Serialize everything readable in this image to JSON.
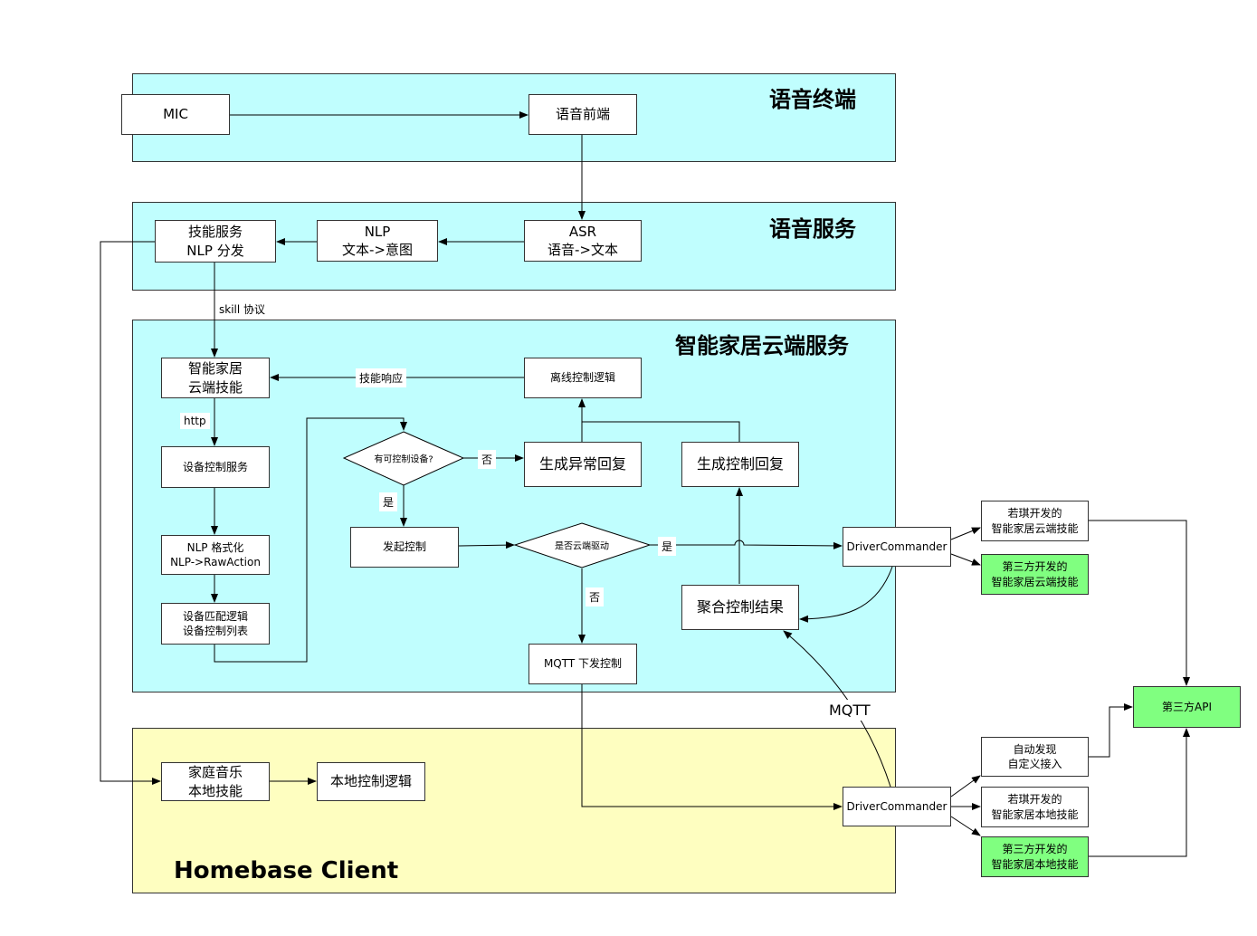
{
  "regions": {
    "voice_terminal": "语音终端",
    "voice_service": "语音服务",
    "cloud_service": "智能家居云端服务",
    "homebase_client": "Homebase Client"
  },
  "boxes": {
    "mic": "MIC",
    "voice_frontend": "语音前端",
    "asr": [
      "ASR",
      "语音->文本"
    ],
    "nlp": [
      "NLP",
      "文本->意图"
    ],
    "skill_service": [
      "技能服务",
      "NLP 分发"
    ],
    "cloud_skill": [
      "智能家居",
      "云端技能"
    ],
    "offline_logic": "离线控制逻辑",
    "device_service": "设备控制服务",
    "nlp_format": [
      "NLP 格式化",
      "NLP->RawAction"
    ],
    "device_match": [
      "设备匹配逻辑",
      "设备控制列表"
    ],
    "exception_reply": "生成异常回复",
    "control_reply": "生成控制回复",
    "start_control": "发起控制",
    "aggregate": "聚合控制结果",
    "mqtt_control": "MQTT 下发控制",
    "driver_cloud": "DriverCommander",
    "driver_local": "DriverCommander",
    "rq_cloud_skill": [
      "若琪开发的",
      "智能家居云端技能"
    ],
    "third_cloud_skill": [
      "第三方开发的",
      "智能家居云端技能"
    ],
    "third_api": "第三方API",
    "auto_discover": [
      "自动发现",
      "自定义接入"
    ],
    "rq_local_skill": [
      "若琪开发的",
      "智能家居本地技能"
    ],
    "third_local_skill": [
      "第三方开发的",
      "智能家居本地技能"
    ],
    "family_music": [
      "家庭音乐",
      "本地技能"
    ],
    "local_logic": "本地控制逻辑"
  },
  "diamonds": {
    "has_device": "有可控制设备?",
    "cloud_driver": "是否云端驱动"
  },
  "labels": {
    "skill_protocol": "skill 协议",
    "skill_response": "技能响应",
    "http": "http",
    "no_1": "否",
    "yes_1": "是",
    "yes_2": "是",
    "no_2": "否",
    "mqtt": "MQTT"
  },
  "colors": {
    "cyan_region": "#c0fefe",
    "yellow_region": "#fefec0",
    "green_box": "#80ff80"
  }
}
